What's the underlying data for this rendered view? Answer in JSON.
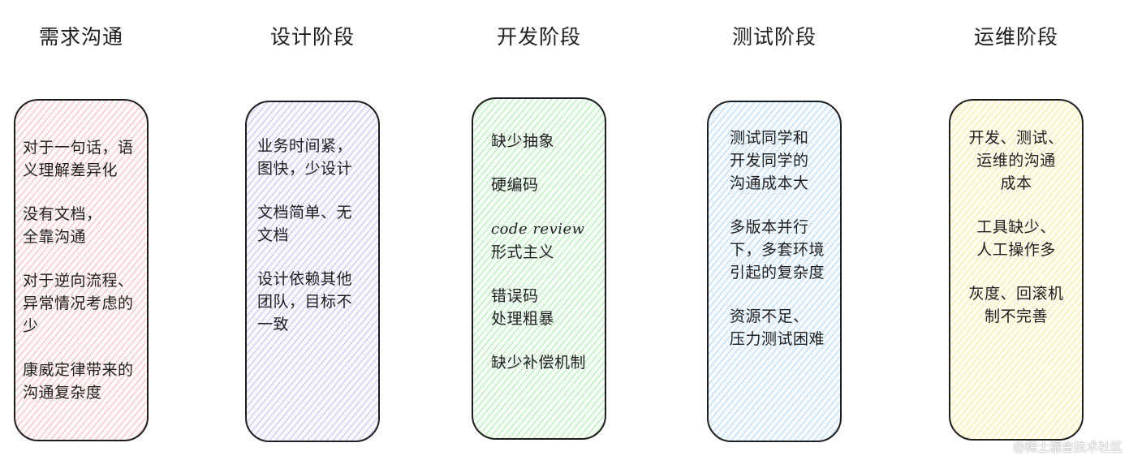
{
  "columns": [
    {
      "title": "需求沟通",
      "color": "#f5a3a3",
      "items": [
        {
          "text": "对于一句话，语\n义理解差异化"
        },
        {
          "text": "没有文档，\n全靠沟通"
        },
        {
          "text": "对于逆向流程、\n异常情况考虑的\n少"
        },
        {
          "text": "康威定律带来的\n沟通复杂度"
        }
      ]
    },
    {
      "title": "设计阶段",
      "color": "#b0a6ec",
      "items": [
        {
          "text": "业务时间紧，\n图快，少设计"
        },
        {
          "text": "文档简单、无\n文档"
        },
        {
          "text": "设计依赖其他\n团队，目标不\n一致"
        }
      ]
    },
    {
      "title": "开发阶段",
      "color": "#96dc96",
      "items": [
        {
          "text": "缺少抽象"
        },
        {
          "text": "硬编码"
        },
        {
          "code": "code review",
          "text": "形式主义"
        },
        {
          "text": "错误码\n处理粗暴"
        },
        {
          "text": "缺少补偿机制"
        }
      ]
    },
    {
      "title": "测试阶段",
      "color": "#96c8f0",
      "items": [
        {
          "text": "测试同学和\n开发同学的\n沟通成本大"
        },
        {
          "text": "多版本并行\n下，多套环境\n引起的复杂度"
        },
        {
          "text": "资源不足、\n压力测试困难"
        }
      ]
    },
    {
      "title": "运维阶段",
      "color": "#f0e182",
      "items": [
        {
          "text": "开发、测试、\n运维的沟通\n成本"
        },
        {
          "text": "工具缺少、\n人工操作多"
        },
        {
          "text": "灰度、回滚机\n制不完善"
        }
      ]
    }
  ],
  "watermark": "@稀土掘金技术社区"
}
